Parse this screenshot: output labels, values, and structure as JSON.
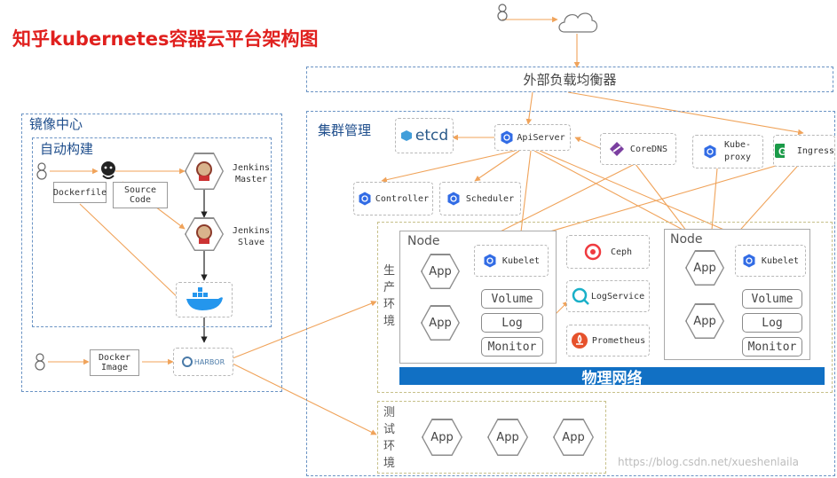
{
  "title": "知乎kubernetes容器云平台架构图",
  "watermark": "https://blog.csdn.net/xueshenlaila",
  "load_balancer": "外部负载均衡器",
  "image_center": {
    "title": "镜像中心",
    "auto_build": "自动构建",
    "dockerfile": "Dockerfile",
    "source_code": "Source Code",
    "jenkins_master": "Jenkins Master",
    "jenkins_slave": "Jenkins Slave",
    "docker_image": "Docker Image",
    "harbor": "HARBOR"
  },
  "cluster": {
    "title": "集群管理",
    "etcd": "etcd",
    "apiserver": "ApiServer",
    "coredns": "CoreDNS",
    "kube_proxy": "Kube-proxy",
    "ingress": "Ingress",
    "controller": "Controller",
    "scheduler": "Scheduler"
  },
  "prod": {
    "label": "生产环境",
    "node": "Node",
    "app": "App",
    "kubelet": "Kubelet",
    "volume": "Volume",
    "log": "Log",
    "monitor": "Monitor",
    "ceph": "Ceph",
    "logservice": "LogService",
    "prometheus": "Prometheus",
    "network": "物理网络"
  },
  "test": {
    "label": "测试环境",
    "app": "App"
  },
  "colors": {
    "arrow": "#f0a35a",
    "title": "#e0201e",
    "dashed_blue": "#6a93c4",
    "network": "#1170c4",
    "k8s": "#326ce5"
  }
}
